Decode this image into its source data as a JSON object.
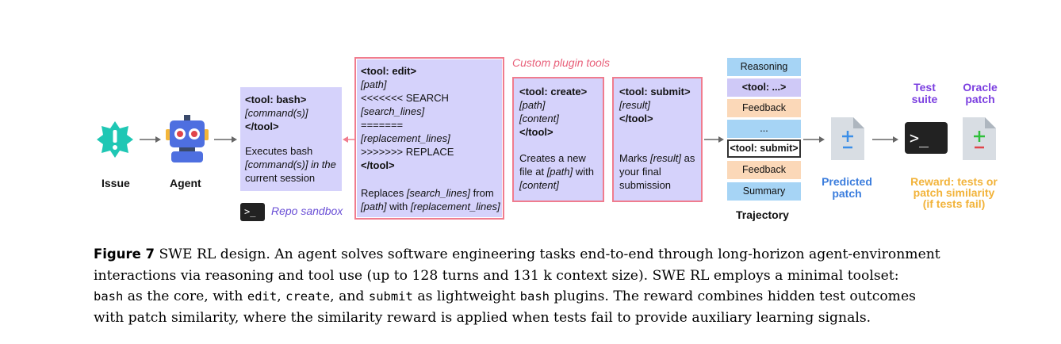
{
  "diagram": {
    "issue_label": "Issue",
    "agent_label": "Agent",
    "bash_box": {
      "lines": [
        "<tool: bash>",
        "[command(s)]",
        "</tool>"
      ],
      "desc": [
        "Executes bash",
        "[command(s)] in the",
        "current session"
      ]
    },
    "repo_sandbox": {
      "icon_text": ">_",
      "label": "Repo sandbox"
    },
    "custom_plugin_label": "Custom plugin tools",
    "edit_box": {
      "lines": [
        "<tool: edit>",
        "[path]",
        "<<<<<<< SEARCH",
        "[search_lines]",
        "=======",
        "[replacement_lines]",
        ">>>>>>> REPLACE",
        "</tool>"
      ],
      "desc_1": "Replaces ",
      "desc_1_i": "[search_lines]",
      "desc_1_end": " from",
      "desc_2_i": "[path]",
      "desc_2": " with ",
      "desc_2_i2": "[replacement_lines]"
    },
    "create_box": {
      "lines": [
        "<tool: create>",
        "[path]",
        "[content]",
        "</tool>"
      ],
      "desc_1": "Creates a new",
      "desc_2": "file at ",
      "desc_2_i": "[path]",
      "desc_2_end": " with",
      "desc_3_i": "[content]"
    },
    "submit_box": {
      "lines": [
        "<tool: submit>",
        "[result]",
        "</tool>"
      ],
      "desc_1": "Marks ",
      "desc_1_i": "[result]",
      "desc_1_end": " as",
      "desc_2": "your final",
      "desc_3": "submission"
    },
    "trajectory": {
      "items": [
        "Reasoning",
        "<tool: ...>",
        "Feedback",
        "...",
        "<tool: submit>",
        "Feedback",
        "Summary"
      ],
      "label": "Trajectory"
    },
    "predicted_patch_label": [
      "Predicted",
      "patch"
    ],
    "terminal_text": ">_",
    "test_suite_label": [
      "Test",
      "suite"
    ],
    "oracle_patch_label": [
      "Oracle",
      "patch"
    ],
    "reward_label": [
      "Reward: tests or",
      "patch similarity",
      "(if tests fail)"
    ],
    "colors": {
      "pink": "#f07c8e",
      "purple_box": "#d5d2fb",
      "teal": "#1fc7b4",
      "blue_label": "#3b7ddd",
      "violet_label": "#7b3fe0",
      "gold_label": "#f2b33a"
    }
  },
  "caption": {
    "fig": "Figure 7",
    "l1": " SWE RL design.  An agent solves software engineering tasks end-to-end through long-horizon agent-environment",
    "l2": "interactions via reasoning and tool use (up to 128 turns and 131 k context size). SWE RL employs a minimal toolset:",
    "l3a": "bash",
    "l3b": " as the core, with ",
    "l3c": "edit",
    "l3d": ", ",
    "l3e": "create",
    "l3f": ", and ",
    "l3g": "submit",
    "l3h": " as lightweight ",
    "l3i": "bash",
    "l3j": " plugins. The reward combines hidden test outcomes",
    "l4": "with patch similarity, where the similarity reward is applied when tests fail to provide auxiliary learning signals."
  }
}
